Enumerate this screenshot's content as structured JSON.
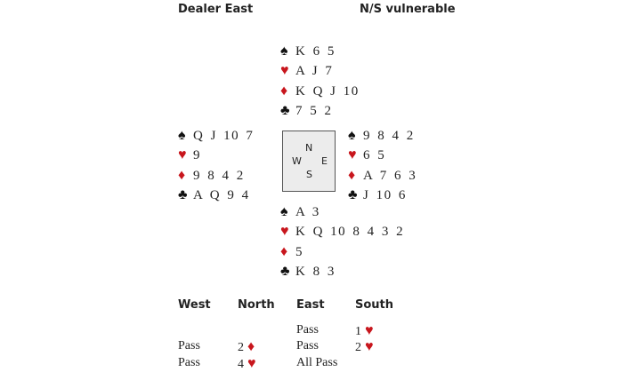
{
  "header": {
    "dealer": "Dealer East",
    "vulnerability": "N/S vulnerable"
  },
  "suits": {
    "spades": "♠",
    "hearts": "♥",
    "diamonds": "♦",
    "clubs": "♣"
  },
  "colors": {
    "red": "#c8161d",
    "black": "#111111"
  },
  "hands": {
    "north": {
      "spades": "K 6 5",
      "hearts": "A J 7",
      "diamonds": "K Q J 10",
      "clubs": "7 5 2"
    },
    "west": {
      "spades": "Q J 10 7",
      "hearts": "9",
      "diamonds": "9 8 4 2",
      "clubs": "A Q 9 4"
    },
    "east": {
      "spades": "9 8 4 2",
      "hearts": "6 5",
      "diamonds": "A 7 6 3",
      "clubs": "J 10 6"
    },
    "south": {
      "spades": "A 3",
      "hearts": "K Q 10 8 4 3 2",
      "diamonds": "5",
      "clubs": "K 8 3"
    }
  },
  "compass": {
    "n": "N",
    "w": "W",
    "e": "E",
    "s": "S"
  },
  "auction": {
    "headers": [
      "West",
      "North",
      "East",
      "South"
    ],
    "rows": [
      [
        "",
        "",
        "Pass",
        "1"
      ],
      [
        "Pass",
        "2",
        "Pass",
        "2"
      ],
      [
        "Pass",
        "4",
        "All Pass",
        ""
      ]
    ]
  }
}
